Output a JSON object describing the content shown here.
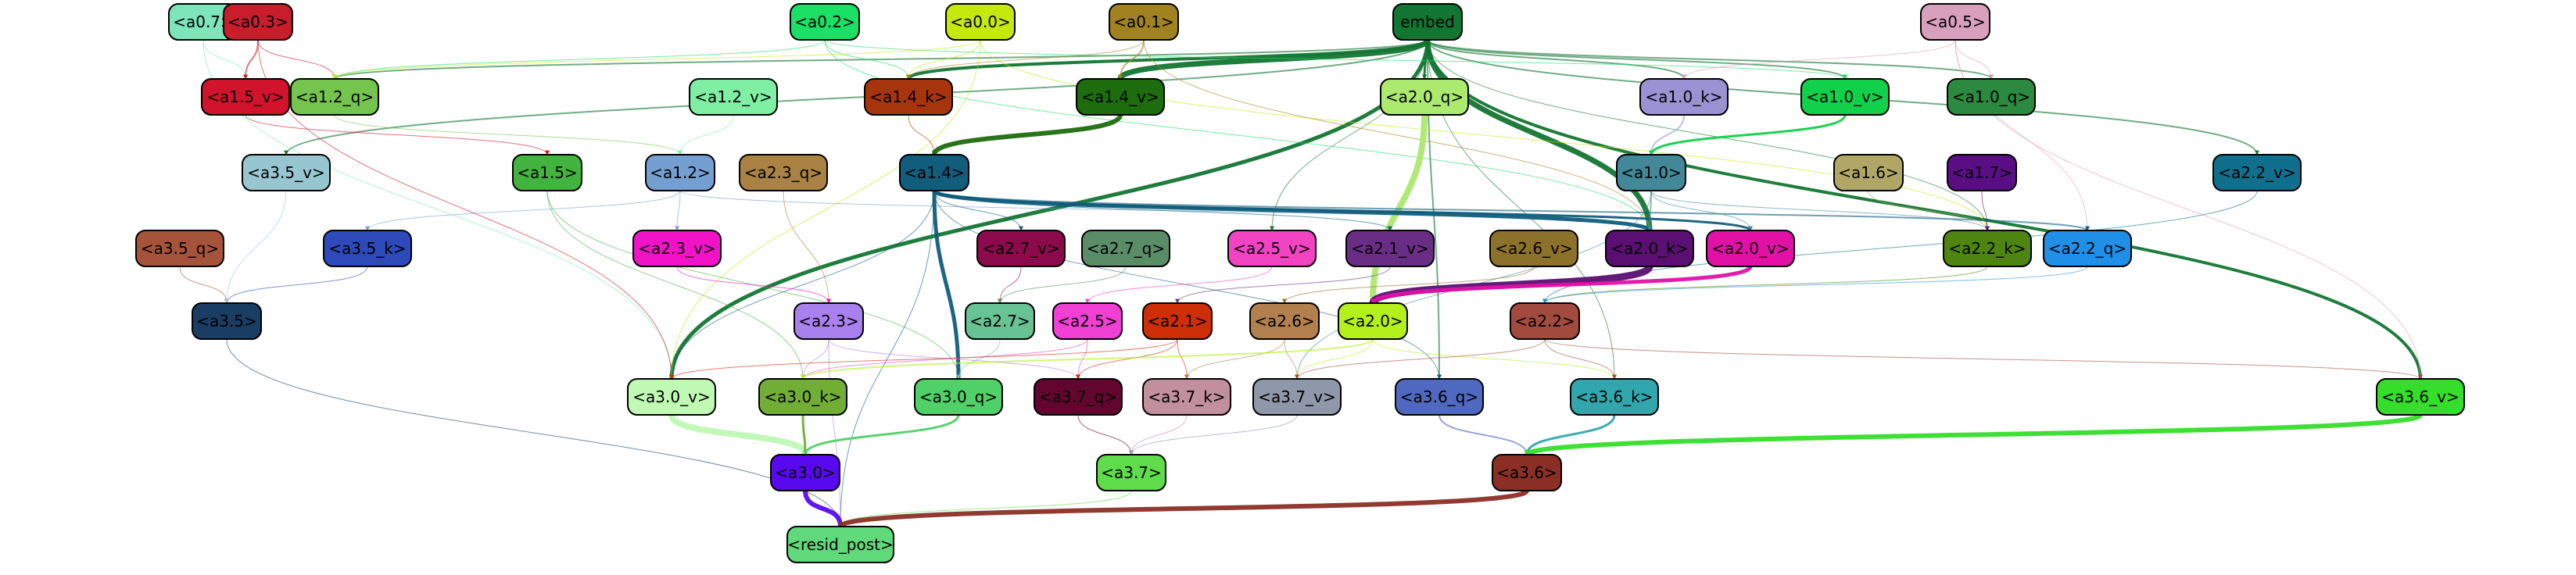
{
  "nodes": [
    {
      "id": "embed",
      "label": "embed",
      "fill": "#127532",
      "text": "#000000"
    },
    {
      "id": "a0_7",
      "label": "<a0.7>",
      "fill": "#7ee4ba",
      "text": "#000000"
    },
    {
      "id": "a0_3",
      "label": "<a0.3>",
      "fill": "#c91d2b",
      "text": "#000000"
    },
    {
      "id": "a0_2",
      "label": "<a0.2>",
      "fill": "#1ae065",
      "text": "#000000"
    },
    {
      "id": "a0_0",
      "label": "<a0.0>",
      "fill": "#c5e80f",
      "text": "#000000"
    },
    {
      "id": "a0_1",
      "label": "<a0.1>",
      "fill": "#a08320",
      "text": "#000000"
    },
    {
      "id": "a0_5",
      "label": "<a0.5>",
      "fill": "#d9a0bc",
      "text": "#000000"
    },
    {
      "id": "a1_5_v",
      "label": "<a1.5_v>",
      "fill": "#d1132b",
      "text": "#000000"
    },
    {
      "id": "a1_2_q",
      "label": "<a1.2_q>",
      "fill": "#75c44e",
      "text": "#000000"
    },
    {
      "id": "a1_4_k",
      "label": "<a1.4_k>",
      "fill": "#a6350e",
      "text": "#000000"
    },
    {
      "id": "a1_4_v",
      "label": "<a1.4_v>",
      "fill": "#1d6d0e",
      "text": "#000000"
    },
    {
      "id": "a2_0_q",
      "label": "<a2.0_q>",
      "fill": "#ace96f",
      "text": "#000000"
    },
    {
      "id": "a1_0_k",
      "label": "<a1.0_k>",
      "fill": "#9b92d4",
      "text": "#000000"
    },
    {
      "id": "a1_0_v",
      "label": "<a1.0_v>",
      "fill": "#10d149",
      "text": "#000000"
    },
    {
      "id": "a1_0_q",
      "label": "<a1.0_q>",
      "fill": "#2b8a3f",
      "text": "#000000"
    },
    {
      "id": "a1_2_v",
      "label": "<a1.2_v>",
      "fill": "#7fefa3",
      "text": "#000000"
    },
    {
      "id": "a3_5_v",
      "label": "<a3.5_v>",
      "fill": "#98c6d0",
      "text": "#000000"
    },
    {
      "id": "a1_5",
      "label": "<a1.5>",
      "fill": "#43b33f",
      "text": "#000000"
    },
    {
      "id": "a1_2",
      "label": "<a1.2>",
      "fill": "#759fd0",
      "text": "#000000"
    },
    {
      "id": "a2_3_q",
      "label": "<a2.3_q>",
      "fill": "#a98244",
      "text": "#000000"
    },
    {
      "id": "a1_4",
      "label": "<a1.4>",
      "fill": "#115d7b",
      "text": "#000000"
    },
    {
      "id": "a1_0",
      "label": "<a1.0>",
      "fill": "#438898",
      "text": "#000000"
    },
    {
      "id": "a1_6",
      "label": "<a1.6>",
      "fill": "#b0a767",
      "text": "#000000"
    },
    {
      "id": "a1_7",
      "label": "<a1.7>",
      "fill": "#5a0e84",
      "text": "#000000"
    },
    {
      "id": "a2_2_v",
      "label": "<a2.2_v>",
      "fill": "#116f8e",
      "text": "#000000"
    },
    {
      "id": "a3_5_q",
      "label": "<a3.5_q>",
      "fill": "#a5533b",
      "text": "#000000"
    },
    {
      "id": "a3_5_k",
      "label": "<a3.5_k>",
      "fill": "#2e49b9",
      "text": "#000000"
    },
    {
      "id": "a2_3_v",
      "label": "<a2.3_v>",
      "fill": "#f213c9",
      "text": "#000000"
    },
    {
      "id": "a2_7_v",
      "label": "<a2.7_v>",
      "fill": "#8c0a4b",
      "text": "#000000"
    },
    {
      "id": "a2_7_q",
      "label": "<a2.7_q>",
      "fill": "#5a8c68",
      "text": "#000000"
    },
    {
      "id": "a2_5_v",
      "label": "<a2.5_v>",
      "fill": "#f243c3",
      "text": "#000000"
    },
    {
      "id": "a2_1_v",
      "label": "<a2.1_v>",
      "fill": "#6a2d85",
      "text": "#000000"
    },
    {
      "id": "a2_6_v",
      "label": "<a2.6_v>",
      "fill": "#8c712a",
      "text": "#000000"
    },
    {
      "id": "a2_0_k",
      "label": "<a2.0_k>",
      "fill": "#5b0f73",
      "text": "#000000"
    },
    {
      "id": "a2_0_v",
      "label": "<a2.0_v>",
      "fill": "#e211a6",
      "text": "#000000"
    },
    {
      "id": "a2_2_k",
      "label": "<a2.2_k>",
      "fill": "#4d8510",
      "text": "#000000"
    },
    {
      "id": "a2_2_q",
      "label": "<a2.2_q>",
      "fill": "#1f8fe8",
      "text": "#000000"
    },
    {
      "id": "a3_5",
      "label": "<a3.5>",
      "fill": "#1a3d63",
      "text": "#000000"
    },
    {
      "id": "a2_3",
      "label": "<a2.3>",
      "fill": "#a981ef",
      "text": "#000000"
    },
    {
      "id": "a2_7",
      "label": "<a2.7>",
      "fill": "#67c394",
      "text": "#000000"
    },
    {
      "id": "a2_5",
      "label": "<a2.5>",
      "fill": "#f03fd3",
      "text": "#000000"
    },
    {
      "id": "a2_1",
      "label": "<a2.1>",
      "fill": "#ce2e06",
      "text": "#000000"
    },
    {
      "id": "a2_6",
      "label": "<a2.6>",
      "fill": "#b2804e",
      "text": "#000000"
    },
    {
      "id": "a2_0",
      "label": "<a2.0>",
      "fill": "#b4f01b",
      "text": "#000000"
    },
    {
      "id": "a2_2",
      "label": "<a2.2>",
      "fill": "#a34a3f",
      "text": "#000000"
    },
    {
      "id": "a3_0_v",
      "label": "<a3.0_v>",
      "fill": "#bff9b4",
      "text": "#000000"
    },
    {
      "id": "a3_0_k",
      "label": "<a3.0_k>",
      "fill": "#72ad35",
      "text": "#000000"
    },
    {
      "id": "a3_0_q",
      "label": "<a3.0_q>",
      "fill": "#50d068",
      "text": "#000000"
    },
    {
      "id": "a3_7_q",
      "label": "<a3.7_q>",
      "fill": "#62052f",
      "text": "#000000"
    },
    {
      "id": "a3_7_k",
      "label": "<a3.7_k>",
      "fill": "#c18f9e",
      "text": "#000000"
    },
    {
      "id": "a3_7_v",
      "label": "<a3.7_v>",
      "fill": "#8e98a9",
      "text": "#000000"
    },
    {
      "id": "a3_6_q",
      "label": "<a3.6_q>",
      "fill": "#5069c0",
      "text": "#000000"
    },
    {
      "id": "a3_6_k",
      "label": "<a3.6_k>",
      "fill": "#31a6ad",
      "text": "#000000"
    },
    {
      "id": "a3_6_v",
      "label": "<a3.6_v>",
      "fill": "#34de2a",
      "text": "#000000"
    },
    {
      "id": "a3_0",
      "label": "<a3.0>",
      "fill": "#5809ef",
      "text": "#000000"
    },
    {
      "id": "a3_7",
      "label": "<a3.7>",
      "fill": "#5edc4a",
      "text": "#000000"
    },
    {
      "id": "a3_6",
      "label": "<a3.6>",
      "fill": "#8b2f26",
      "text": "#000000"
    },
    {
      "id": "resid_post",
      "label": "<resid_post>",
      "fill": "#5fd97a",
      "text": "#000000"
    }
  ],
  "edges": [
    {
      "from": "embed",
      "to": "a1_4_v",
      "color": "#127532",
      "weight": 7
    },
    {
      "from": "embed",
      "to": "a1_4_k",
      "color": "#127532",
      "weight": 4
    },
    {
      "from": "embed",
      "to": "a2_0_k",
      "color": "#127532",
      "weight": 7
    },
    {
      "from": "embed",
      "to": "a3_0_v",
      "color": "#127532",
      "weight": 5
    },
    {
      "from": "embed",
      "to": "a3_6_v",
      "color": "#127532",
      "weight": 4
    },
    {
      "from": "embed",
      "to": "a2_0_q",
      "color": "#127532",
      "weight": 3
    },
    {
      "from": "embed",
      "to": "a1_0_k",
      "color": "#127532",
      "weight": 2
    },
    {
      "from": "embed",
      "to": "a1_0_v",
      "color": "#127532",
      "weight": 2
    },
    {
      "from": "embed",
      "to": "a1_0_q",
      "color": "#127532",
      "weight": 2
    },
    {
      "from": "embed",
      "to": "a2_2_v",
      "color": "#127532",
      "weight": 2
    },
    {
      "from": "embed",
      "to": "a1_2_q",
      "color": "#127532",
      "weight": 2
    },
    {
      "from": "embed",
      "to": "a3_5_v",
      "color": "#127532",
      "weight": 2
    },
    {
      "from": "embed",
      "to": "a3_6_q",
      "color": "#127532",
      "weight": 2
    },
    {
      "from": "embed",
      "to": "a2_2_k",
      "color": "#127532",
      "weight": 1
    },
    {
      "from": "embed",
      "to": "a2_5_v",
      "color": "#127532",
      "weight": 1
    },
    {
      "from": "embed",
      "to": "a3_6_k",
      "color": "#127532",
      "weight": 1
    },
    {
      "from": "a0_7",
      "to": "a1_5_v",
      "color": "#7ee4ba",
      "weight": 1
    },
    {
      "from": "a0_7",
      "to": "a3_0_v",
      "color": "#7ee4ba",
      "weight": 1
    },
    {
      "from": "a0_3",
      "to": "a1_5_v",
      "color": "#c91d2b",
      "weight": 2
    },
    {
      "from": "a0_3",
      "to": "a1_2_q",
      "color": "#c91d2b",
      "weight": 1
    },
    {
      "from": "a0_3",
      "to": "a3_0_v",
      "color": "#c91d2b",
      "weight": 1
    },
    {
      "from": "a0_2",
      "to": "a1_2_q",
      "color": "#1ae065",
      "weight": 1
    },
    {
      "from": "a0_2",
      "to": "a1_4_k",
      "color": "#1ae065",
      "weight": 1
    },
    {
      "from": "a0_2",
      "to": "a2_0_k",
      "color": "#1ae065",
      "weight": 1
    },
    {
      "from": "a0_2",
      "to": "a1_0_v",
      "color": "#1ae065",
      "weight": 1
    },
    {
      "from": "a0_0",
      "to": "a1_2_q",
      "color": "#c5e80f",
      "weight": 1
    },
    {
      "from": "a0_0",
      "to": "a1_4_k",
      "color": "#c5e80f",
      "weight": 1
    },
    {
      "from": "a0_0",
      "to": "a3_0_v",
      "color": "#c5e80f",
      "weight": 1
    },
    {
      "from": "a0_0",
      "to": "a2_2_k",
      "color": "#c5e80f",
      "weight": 1
    },
    {
      "from": "a0_1",
      "to": "a1_4_k",
      "color": "#a08320",
      "weight": 1
    },
    {
      "from": "a0_1",
      "to": "a1_4_v",
      "color": "#a08320",
      "weight": 2
    },
    {
      "from": "a0_1",
      "to": "a2_0_k",
      "color": "#a08320",
      "weight": 1
    },
    {
      "from": "a0_5",
      "to": "a1_0_k",
      "color": "#d9a0bc",
      "weight": 1
    },
    {
      "from": "a0_5",
      "to": "a1_0_q",
      "color": "#d9a0bc",
      "weight": 1
    },
    {
      "from": "a0_5",
      "to": "a2_2_q",
      "color": "#d9a0bc",
      "weight": 1
    },
    {
      "from": "a0_5",
      "to": "a3_6_v",
      "color": "#d9a0bc",
      "weight": 1
    },
    {
      "from": "a1_5_v",
      "to": "a1_5",
      "color": "#d1132b",
      "weight": 1
    },
    {
      "from": "a1_2_q",
      "to": "a1_2",
      "color": "#75c44e",
      "weight": 1
    },
    {
      "from": "a1_4_k",
      "to": "a1_4",
      "color": "#a6350e",
      "weight": 1
    },
    {
      "from": "a1_4_v",
      "to": "a1_4",
      "color": "#1d6d0e",
      "weight": 6
    },
    {
      "from": "a2_0_q",
      "to": "a2_0",
      "color": "#ace96f",
      "weight": 8
    },
    {
      "from": "a1_0_k",
      "to": "a1_0",
      "color": "#9b92d4",
      "weight": 2
    },
    {
      "from": "a1_0_v",
      "to": "a1_0",
      "color": "#10d149",
      "weight": 3
    },
    {
      "from": "a1_2_v",
      "to": "a1_2",
      "color": "#7fefa3",
      "weight": 1
    },
    {
      "from": "a1_5",
      "to": "a3_0_q",
      "color": "#43b33f",
      "weight": 1
    },
    {
      "from": "a1_5",
      "to": "a3_0_k",
      "color": "#43b33f",
      "weight": 1
    },
    {
      "from": "a1_2",
      "to": "a2_3_v",
      "color": "#759fd0",
      "weight": 1
    },
    {
      "from": "a1_2",
      "to": "a3_5_k",
      "color": "#759fd0",
      "weight": 1
    },
    {
      "from": "a1_2",
      "to": "a2_0_k",
      "color": "#759fd0",
      "weight": 1
    },
    {
      "from": "a2_3_q",
      "to": "a2_3",
      "color": "#a98244",
      "weight": 1
    },
    {
      "from": "a1_4",
      "to": "a2_0_k",
      "color": "#115d7b",
      "weight": 5
    },
    {
      "from": "a1_4",
      "to": "a2_0_v",
      "color": "#115d7b",
      "weight": 3
    },
    {
      "from": "a1_4",
      "to": "a3_0_q",
      "color": "#115d7b",
      "weight": 5
    },
    {
      "from": "a1_4",
      "to": "a3_6_q",
      "color": "#115d7b",
      "weight": 1
    },
    {
      "from": "a1_4",
      "to": "a2_7_v",
      "color": "#115d7b",
      "weight": 1
    },
    {
      "from": "a1_4",
      "to": "a2_2_q",
      "color": "#115d7b",
      "weight": 2
    },
    {
      "from": "a1_4",
      "to": "a2_1_v",
      "color": "#115d7b",
      "weight": 1
    },
    {
      "from": "a1_4",
      "to": "a3_0_v",
      "color": "#115d7b",
      "weight": 1
    },
    {
      "from": "a1_4",
      "to": "resid_post",
      "color": "#115d7b",
      "weight": 1
    },
    {
      "from": "a1_0",
      "to": "a2_0_k",
      "color": "#438898",
      "weight": 2
    },
    {
      "from": "a1_0",
      "to": "a2_0_v",
      "color": "#438898",
      "weight": 1
    },
    {
      "from": "a1_0",
      "to": "a2_2_k",
      "color": "#438898",
      "weight": 1
    },
    {
      "from": "a1_0",
      "to": "a3_7_v",
      "color": "#438898",
      "weight": 1
    },
    {
      "from": "a1_6",
      "to": "a2_2_k",
      "color": "#b0a767",
      "weight": 1
    },
    {
      "from": "a1_7",
      "to": "a2_2_k",
      "color": "#5a0e84",
      "weight": 1
    },
    {
      "from": "a2_2_v",
      "to": "a2_2",
      "color": "#116f8e",
      "weight": 1
    },
    {
      "from": "a3_5_q",
      "to": "a3_5",
      "color": "#a5533b",
      "weight": 1
    },
    {
      "from": "a3_5_k",
      "to": "a3_5",
      "color": "#2e49b9",
      "weight": 1
    },
    {
      "from": "a3_5_v",
      "to": "a3_5",
      "color": "#98c6d0",
      "weight": 1
    },
    {
      "from": "a2_3_v",
      "to": "a2_3",
      "color": "#f213c9",
      "weight": 1
    },
    {
      "from": "a2_7_v",
      "to": "a2_7",
      "color": "#8c0a4b",
      "weight": 1
    },
    {
      "from": "a2_7_q",
      "to": "a2_7",
      "color": "#5a8c68",
      "weight": 1
    },
    {
      "from": "a2_5_v",
      "to": "a2_5",
      "color": "#f243c3",
      "weight": 1
    },
    {
      "from": "a2_1_v",
      "to": "a2_1",
      "color": "#6a2d85",
      "weight": 1
    },
    {
      "from": "a2_6_v",
      "to": "a2_6",
      "color": "#8c712a",
      "weight": 1
    },
    {
      "from": "a2_0_k",
      "to": "a2_0",
      "color": "#5b0f73",
      "weight": 9
    },
    {
      "from": "a2_0_v",
      "to": "a2_0",
      "color": "#e211a6",
      "weight": 5
    },
    {
      "from": "a2_2_k",
      "to": "a2_2",
      "color": "#4d8510",
      "weight": 1
    },
    {
      "from": "a2_2_q",
      "to": "a2_2",
      "color": "#1f8fe8",
      "weight": 1
    },
    {
      "from": "a3_5",
      "to": "resid_post",
      "color": "#1a3d63",
      "weight": 1
    },
    {
      "from": "a2_3",
      "to": "a3_0_k",
      "color": "#a981ef",
      "weight": 1
    },
    {
      "from": "a2_3",
      "to": "a3_7_q",
      "color": "#a981ef",
      "weight": 1
    },
    {
      "from": "a2_3",
      "to": "resid_post",
      "color": "#a981ef",
      "weight": 1
    },
    {
      "from": "a2_7",
      "to": "a3_0_q",
      "color": "#67c394",
      "weight": 1
    },
    {
      "from": "a2_5",
      "to": "a3_7_q",
      "color": "#f03fd3",
      "weight": 1
    },
    {
      "from": "a2_5",
      "to": "a3_0_k",
      "color": "#f03fd3",
      "weight": 1
    },
    {
      "from": "a2_1",
      "to": "a3_7_k",
      "color": "#ce2e06",
      "weight": 1
    },
    {
      "from": "a2_1",
      "to": "a3_7_q",
      "color": "#ce2e06",
      "weight": 1
    },
    {
      "from": "a2_1",
      "to": "a3_0_v",
      "color": "#ce2e06",
      "weight": 1
    },
    {
      "from": "a2_6",
      "to": "a3_7_k",
      "color": "#b2804e",
      "weight": 1
    },
    {
      "from": "a2_6",
      "to": "a3_7_v",
      "color": "#b2804e",
      "weight": 1
    },
    {
      "from": "a2_0",
      "to": "a3_0_k",
      "color": "#b4f01b",
      "weight": 2
    },
    {
      "from": "a2_0",
      "to": "a3_7_v",
      "color": "#b4f01b",
      "weight": 1
    },
    {
      "from": "a2_0",
      "to": "a3_6_k",
      "color": "#b4f01b",
      "weight": 1
    },
    {
      "from": "a2_2",
      "to": "a3_6_v",
      "color": "#a34a3f",
      "weight": 1
    },
    {
      "from": "a2_2",
      "to": "a3_6_k",
      "color": "#a34a3f",
      "weight": 1
    },
    {
      "from": "a2_2",
      "to": "a3_7_v",
      "color": "#a34a3f",
      "weight": 1
    },
    {
      "from": "a3_0_v",
      "to": "a3_0",
      "color": "#bff9b4",
      "weight": 8
    },
    {
      "from": "a3_0_k",
      "to": "a3_0",
      "color": "#72ad35",
      "weight": 3
    },
    {
      "from": "a3_0_q",
      "to": "a3_0",
      "color": "#50d068",
      "weight": 3
    },
    {
      "from": "a3_7_q",
      "to": "a3_7",
      "color": "#62052f",
      "weight": 1
    },
    {
      "from": "a3_7_k",
      "to": "a3_7",
      "color": "#c18f9e",
      "weight": 1
    },
    {
      "from": "a3_7_v",
      "to": "a3_7",
      "color": "#8e98a9",
      "weight": 1
    },
    {
      "from": "a3_6_q",
      "to": "a3_6",
      "color": "#5069c0",
      "weight": 2
    },
    {
      "from": "a3_6_k",
      "to": "a3_6",
      "color": "#31a6ad",
      "weight": 3
    },
    {
      "from": "a3_6_v",
      "to": "a3_6",
      "color": "#34de2a",
      "weight": 6
    },
    {
      "from": "a3_0",
      "to": "resid_post",
      "color": "#5809ef",
      "weight": 6
    },
    {
      "from": "a3_7",
      "to": "resid_post",
      "color": "#5edc4a",
      "weight": 1
    },
    {
      "from": "a3_6",
      "to": "resid_post",
      "color": "#8b2f26",
      "weight": 6
    }
  ]
}
